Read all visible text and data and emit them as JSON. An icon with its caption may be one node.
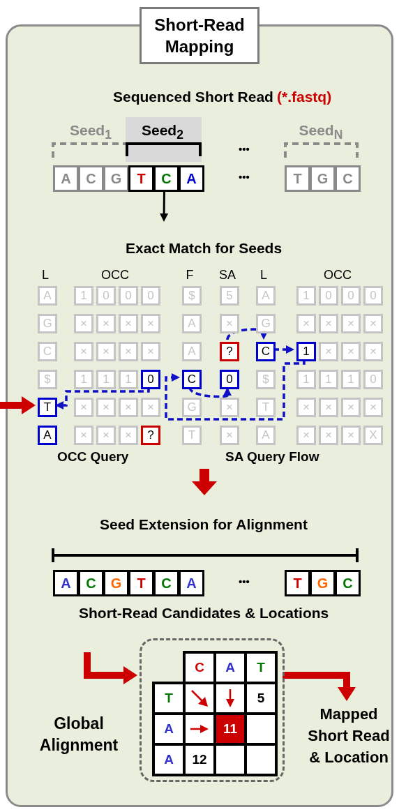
{
  "diagram": {
    "nodes": [
      {
        "text": [
          "Short-Read Mapping"
        ]
      },
      {
        "text": [
          "A"
        ],
        "in": 0
      },
      {
        "text": [
          "C"
        ],
        "in": 0
      },
      {
        "text": [
          "G"
        ],
        "in": 0
      },
      {
        "text": [
          "T"
        ],
        "in": 0
      },
      {
        "text": [
          "C"
        ],
        "in": 0
      },
      {
        "text": [
          "A"
        ],
        "in": 0
      },
      {
        "text": [
          "T"
        ],
        "in": 0
      },
      {
        "text": [
          "G"
        ],
        "in": 0
      },
      {
        "text": [
          "C"
        ],
        "in": 0
      },
      {
        "text": [
          "A"
        ],
        "in": 0
      },
      {
        "text": [
          "1"
        ],
        "in": 0
      },
      {
        "text": [
          "0"
        ],
        "in": 0
      },
      {
        "text": [
          "0"
        ],
        "in": 0
      },
      {
        "text": [
          "0"
        ],
        "in": 0
      },
      {
        "text": [
          "G"
        ],
        "in": 0
      },
      {
        "text": [
          "×"
        ],
        "in": 0
      },
      {
        "text": [
          "×"
        ],
        "in": 0
      },
      {
        "text": [
          "×"
        ],
        "in": 0
      },
      {
        "text": [
          "×"
        ],
        "in": 0
      },
      {
        "text": [
          "C"
        ],
        "in": 0
      },
      {
        "text": [
          "×"
        ],
        "in": 0
      },
      {
        "text": [
          "×"
        ],
        "in": 0
      },
      {
        "text": [
          "×"
        ],
        "in": 0
      },
      {
        "text": [
          "×"
        ],
        "in": 0
      },
      {
        "text": [
          "$"
        ],
        "in": 0
      },
      {
        "text": [
          "1"
        ],
        "in": 0
      },
      {
        "text": [
          "1"
        ],
        "in": 0
      },
      {
        "text": [
          "1"
        ],
        "in": 0
      },
      {
        "text": [
          "0"
        ],
        "in": 0
      },
      {
        "text": [
          "T"
        ],
        "in": 0
      },
      {
        "text": [
          "×"
        ],
        "in": 0
      },
      {
        "text": [
          "×"
        ],
        "in": 0
      },
      {
        "text": [
          "×"
        ],
        "in": 0
      },
      {
        "text": [
          "×"
        ],
        "in": 0
      },
      {
        "text": [
          "A"
        ],
        "in": 0
      },
      {
        "text": [
          "×"
        ],
        "in": 0
      },
      {
        "text": [
          "×"
        ],
        "in": 0
      },
      {
        "text": [
          "×"
        ],
        "in": 0
      },
      {
        "text": [
          "?"
        ],
        "in": 0
      },
      {
        "text": [
          "$"
        ],
        "in": 0
      },
      {
        "text": [
          "5"
        ],
        "in": 0
      },
      {
        "text": [
          "A"
        ],
        "in": 0
      },
      {
        "text": [
          "1"
        ],
        "in": 0
      },
      {
        "text": [
          "0"
        ],
        "in": 0
      },
      {
        "text": [
          "0"
        ],
        "in": 0
      },
      {
        "text": [
          "0"
        ],
        "in": 0
      },
      {
        "text": [
          "A"
        ],
        "in": 0
      },
      {
        "text": [
          "×"
        ],
        "in": 0
      },
      {
        "text": [
          "G"
        ],
        "in": 0
      },
      {
        "text": [
          "×"
        ],
        "in": 0
      },
      {
        "text": [
          "×"
        ],
        "in": 0
      },
      {
        "text": [
          "×"
        ],
        "in": 0
      },
      {
        "text": [
          "×"
        ],
        "in": 0
      },
      {
        "text": [
          "A"
        ],
        "in": 0
      },
      {
        "text": [
          "?"
        ],
        "in": 0
      },
      {
        "text": [
          "C"
        ],
        "in": 0
      },
      {
        "text": [
          "1"
        ],
        "in": 0
      },
      {
        "text": [
          "×"
        ],
        "in": 0
      },
      {
        "text": [
          "×"
        ],
        "in": 0
      },
      {
        "text": [
          "×"
        ],
        "in": 0
      },
      {
        "text": [
          "C"
        ],
        "in": 0
      },
      {
        "text": [
          "0"
        ],
        "in": 0
      },
      {
        "text": [
          "$"
        ],
        "in": 0
      },
      {
        "text": [
          "1"
        ],
        "in": 0
      },
      {
        "text": [
          "1"
        ],
        "in": 0
      },
      {
        "text": [
          "1"
        ],
        "in": 0
      },
      {
        "text": [
          "0"
        ],
        "in": 0
      },
      {
        "text": [
          "G"
        ],
        "in": 0
      },
      {
        "text": [
          "×"
        ],
        "in": 0
      },
      {
        "text": [
          "T"
        ],
        "in": 0
      },
      {
        "text": [
          "×"
        ],
        "in": 0
      },
      {
        "text": [
          "×"
        ],
        "in": 0
      },
      {
        "text": [
          "×"
        ],
        "in": 0
      },
      {
        "text": [
          "×"
        ],
        "in": 0
      },
      {
        "text": [
          "T"
        ],
        "in": 0
      },
      {
        "text": [
          "×"
        ],
        "in": 0
      },
      {
        "text": [
          "A"
        ],
        "in": 0
      },
      {
        "text": [
          "×"
        ],
        "in": 0
      },
      {
        "text": [
          "×"
        ],
        "in": 0
      },
      {
        "text": [
          "×"
        ],
        "in": 0
      },
      {
        "text": [
          "X"
        ],
        "in": 0
      },
      {
        "text": [
          "A"
        ],
        "in": 0
      },
      {
        "text": [
          "C"
        ],
        "in": 0
      },
      {
        "text": [
          "G"
        ],
        "in": 0
      },
      {
        "text": [
          "T"
        ],
        "in": 0
      },
      {
        "text": [
          "C"
        ],
        "in": 0
      },
      {
        "text": [
          "A"
        ],
        "in": 0
      },
      {
        "text": [
          "T"
        ],
        "in": 0
      },
      {
        "text": [
          "G"
        ],
        "in": 0
      },
      {
        "text": [
          "C"
        ],
        "in": 0
      },
      {
        "text": [],
        "shape": "box",
        "in": 0
      },
      {
        "text": [
          "C"
        ],
        "in": 91
      },
      {
        "text": [
          "A"
        ],
        "in": 91
      },
      {
        "text": [
          "T"
        ],
        "in": 91
      },
      {
        "text": [
          "T"
        ],
        "in": 91
      },
      {
        "text": [],
        "shape": "box",
        "in": 91
      },
      {
        "text": [],
        "shape": "box",
        "in": 91
      },
      {
        "text": [
          "5"
        ],
        "in": 91
      },
      {
        "text": [
          "A"
        ],
        "in": 91
      },
      {
        "text": [],
        "shape": "box",
        "in": 91
      },
      {
        "text": [
          "11"
        ],
        "in": 91
      },
      {
        "text": [],
        "shape": "box",
        "in": 91
      },
      {
        "text": [
          "A"
        ],
        "in": 91
      },
      {
        "text": [
          "12"
        ],
        "in": 91
      },
      {
        "text": [],
        "shape": "box",
        "in": 91
      },
      {
        "text": [],
        "shape": "box",
        "in": 91
      },
      {
        "text": [
          "Mapped Short Read & Location"
        ],
        "in": 0
      }
    ],
    "edges": [
      {
        "from": 5,
        "to": null,
        "arrow": "to",
        "color": "#000000"
      },
      {
        "from": null,
        "to": 30,
        "arrow": "to",
        "style": "thick",
        "color": "#cc0000"
      },
      {
        "from": 29,
        "to": 30,
        "arrow": "to",
        "style": "dashed"
      },
      {
        "from": 55,
        "to": 56,
        "arrow": "to",
        "style": "dashed"
      },
      {
        "from": 56,
        "to": 57,
        "arrow": "to",
        "style": "dashed"
      },
      {
        "from": 57,
        "to": 61,
        "arrow": "to",
        "style": "dashed"
      },
      {
        "from": 61,
        "to": 62,
        "arrow": "to",
        "style": "dashed"
      },
      {
        "from": null,
        "to": 91,
        "arrow": "to",
        "style": "thick",
        "color": "#cc0000"
      },
      {
        "from": 91,
        "to": 107,
        "arrow": "to",
        "style": "thick",
        "color": "#cc0000"
      }
    ],
    "labels": [
      "Sequenced Short Read",
      "(*.fastq)",
      "Seed$_{1}$",
      "Seed$_{2}$",
      "Seed$_{N}$",
      "•••",
      "•••",
      "Exact Match for Seeds",
      "L",
      "OCC",
      "F",
      "SA",
      "L",
      "OCC",
      "OCC Query",
      "SA Query Flow",
      "Seed Extension for Alignment",
      "•••",
      "Short-Read Candidates & Locations",
      "Global Alignment"
    ]
  }
}
